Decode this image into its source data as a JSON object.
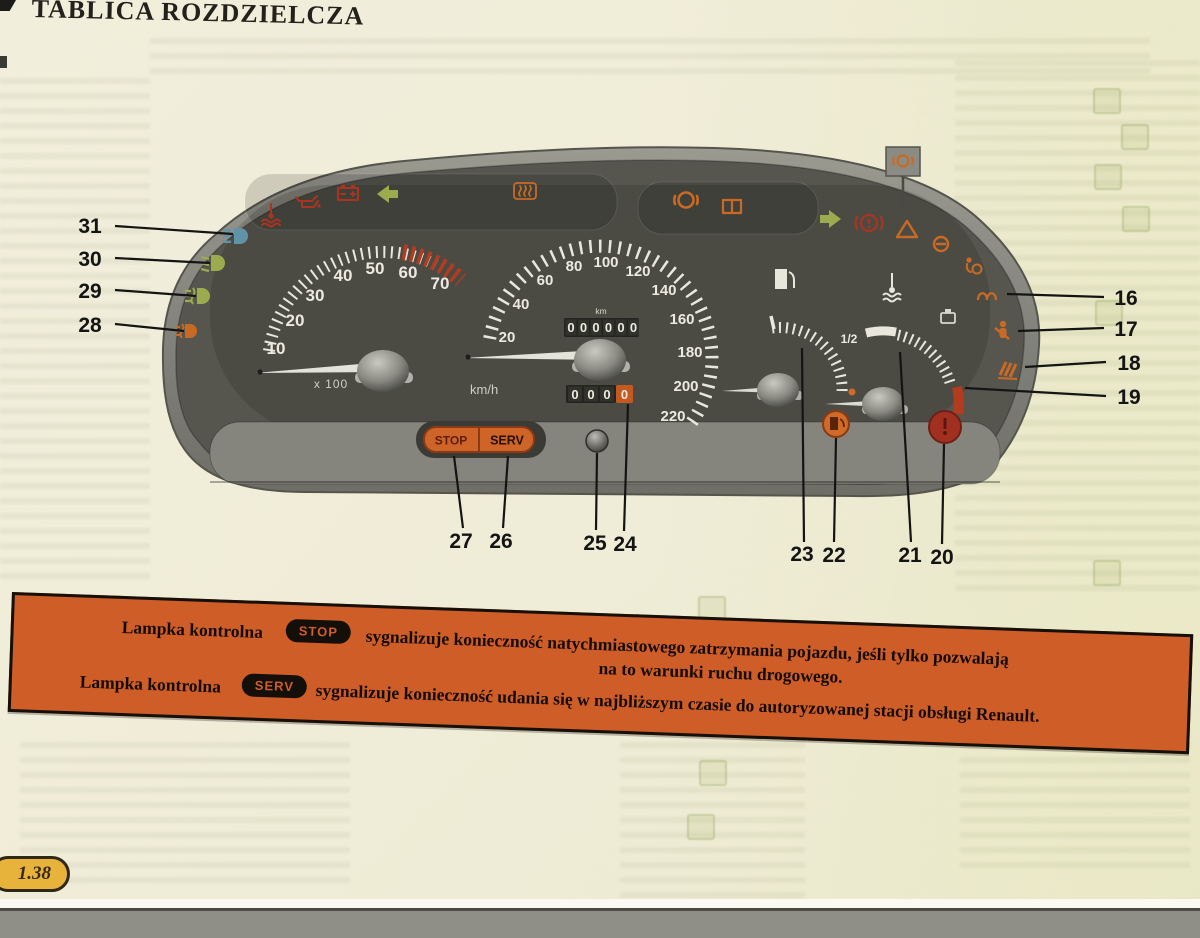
{
  "page": {
    "title": "TABLICA ROZDZIELCZA",
    "page_number": "1.38"
  },
  "cluster": {
    "tachometer": {
      "labels": [
        "10",
        "20",
        "30",
        "40",
        "50",
        "60",
        "70"
      ],
      "multiplier_label": "x 100",
      "redline_range": "55-70 (x100 rpm)"
    },
    "speedometer": {
      "labels": [
        "20",
        "40",
        "60",
        "80",
        "100",
        "120",
        "140",
        "160",
        "180",
        "200",
        "220"
      ],
      "unit_label": "km/h",
      "odometer_unit": "km",
      "odometer_digits": [
        "0",
        "0",
        "0",
        "0",
        "0",
        "0"
      ],
      "trip_digits": [
        "0",
        "0",
        "0",
        "0"
      ]
    },
    "fuel_gauge": {
      "half_label": "1/2"
    },
    "indicators": {
      "stop_label": "STOP",
      "serv_label": "SERV"
    },
    "warning_lights": [
      {
        "name": "coolant-temperature",
        "color": "#ab3420"
      },
      {
        "name": "oil-pressure",
        "color": "#ab3420"
      },
      {
        "name": "battery-charge",
        "color": "#ab3420"
      },
      {
        "name": "turn-left",
        "color": "#9cab4e"
      },
      {
        "name": "rear-window-defrost",
        "color": "#c96a24"
      },
      {
        "name": "ring-warning",
        "color": "#c96a24"
      },
      {
        "name": "book-warning",
        "color": "#c96a24"
      },
      {
        "name": "turn-right",
        "color": "#9cab4e"
      },
      {
        "name": "brake-warning",
        "color": "#ab3420"
      },
      {
        "name": "hazard-triangle",
        "color": "#c96a24"
      },
      {
        "name": "abs",
        "color": "#c96a24"
      },
      {
        "name": "airbag",
        "color": "#c96a24"
      },
      {
        "name": "glow-plug",
        "color": "#c96a24"
      },
      {
        "name": "seatbelt",
        "color": "#c96a24"
      },
      {
        "name": "heated-seat",
        "color": "#c96a24"
      },
      {
        "name": "high-beam",
        "color": "#6193a8"
      },
      {
        "name": "low-beam",
        "color": "#9cab4e"
      },
      {
        "name": "front-fog",
        "color": "#9cab4e"
      },
      {
        "name": "rear-fog",
        "color": "#c96a24"
      },
      {
        "name": "low-fuel-lamp",
        "color": "#c96a24"
      },
      {
        "name": "temperature-warning-lamp",
        "color": "#a03020"
      }
    ]
  },
  "callouts": [
    {
      "number": "31",
      "target": "high-beam-indicator"
    },
    {
      "number": "30",
      "target": "low-beam-indicator"
    },
    {
      "number": "29",
      "target": "front-fog-indicator"
    },
    {
      "number": "28",
      "target": "rear-fog-indicator"
    },
    {
      "number": "16",
      "target": "glow-plug-indicator"
    },
    {
      "number": "17",
      "target": "seatbelt-indicator"
    },
    {
      "number": "18",
      "target": "heated-seat-indicator"
    },
    {
      "number": "19",
      "target": "temperature-red-zone"
    },
    {
      "number": "27",
      "target": "stop-indicator"
    },
    {
      "number": "26",
      "target": "serv-indicator"
    },
    {
      "number": "25",
      "target": "trip-reset-button"
    },
    {
      "number": "24",
      "target": "trip-odometer"
    },
    {
      "number": "23",
      "target": "fuel-gauge"
    },
    {
      "number": "22",
      "target": "low-fuel-lamp"
    },
    {
      "number": "21",
      "target": "temperature-gauge"
    },
    {
      "number": "20",
      "target": "temperature-warning-lamp"
    }
  ],
  "note": {
    "row1_label": "Lampka kontrolna",
    "row1_badge": "STOP",
    "row1_text": "sygnalizuje konieczność natychmiastowego zatrzymania pojazdu, jeśli tylko pozwalają",
    "row1_text2": "na to warunki ruchu drogowego.",
    "row2_label": "Lampka kontrolna",
    "row2_badge": "SERV",
    "row2_text": "sygnalizuje konieczność udania się w najbliższym czasie do autoryzowanej stacji obsługi Renault."
  },
  "colors": {
    "note_background": "#cf5d28",
    "page_tab": "#e7b33b",
    "cluster_body": "#85857d",
    "cluster_face": "#56564f",
    "red": "#ab3420",
    "orange": "#c96a24",
    "green": "#9cab4e",
    "blue": "#6193a8",
    "dial_white": "#e9e7dc"
  }
}
